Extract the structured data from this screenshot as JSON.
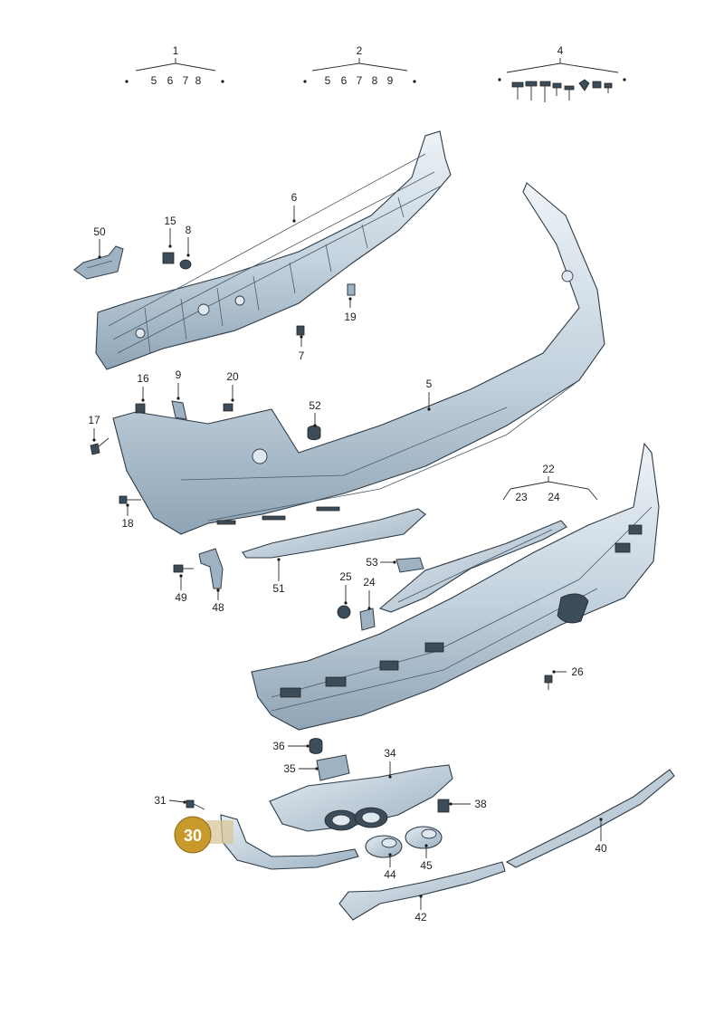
{
  "groups": [
    {
      "label": "1",
      "sub": [
        "5",
        "6",
        "7",
        "8"
      ]
    },
    {
      "label": "2",
      "sub": [
        "5",
        "6",
        "7",
        "8",
        "9"
      ]
    },
    {
      "label": "4",
      "sub": []
    },
    {
      "label": "22",
      "sub": [
        "23",
        "24"
      ]
    }
  ],
  "parts": [
    "6",
    "50",
    "15",
    "8",
    "19",
    "7",
    "16",
    "9",
    "20",
    "52",
    "5",
    "17",
    "18",
    "49",
    "48",
    "51",
    "53",
    "25",
    "24",
    "26",
    "36",
    "34",
    "35",
    "31",
    "38",
    "40",
    "44",
    "45",
    "42"
  ],
  "highlight": {
    "label": "30",
    "color": "#c79a2b"
  },
  "colors": {
    "part_light": "#dbe6ee",
    "part_mid": "#a9bccb",
    "line": "#2e3b47"
  }
}
